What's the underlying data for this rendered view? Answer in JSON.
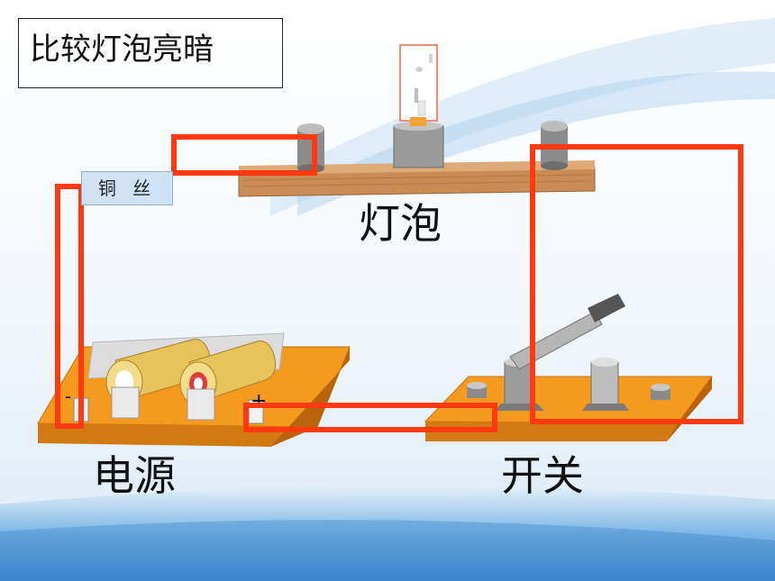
{
  "title": "比较灯泡亮暗",
  "wire_tag": "铜 丝",
  "labels": {
    "bulb": "灯泡",
    "power": "电源",
    "switch": "开关"
  },
  "battery_signs": {
    "negative": "-",
    "positive": "+"
  },
  "colors": {
    "wire": "#ff3a10",
    "board": "#f0961e",
    "board_dark": "#c86a0a",
    "plank": "#c88a52",
    "metal": "#a8a8a8",
    "sky": "#eef5fc",
    "stripe": "#9fcbec"
  }
}
